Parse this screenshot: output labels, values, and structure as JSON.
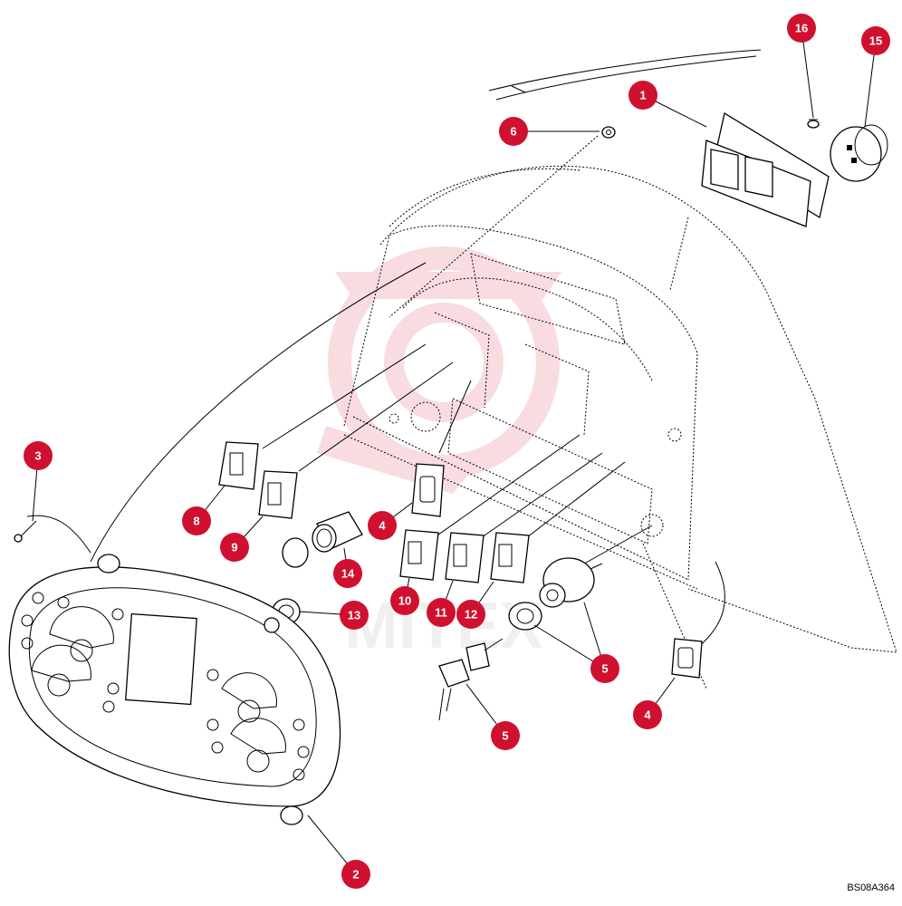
{
  "drawing_code": "BS08A364",
  "watermark_text": "MITEX",
  "callout_color": "#d0102f",
  "callouts": [
    {
      "id": "c1",
      "label": "1"
    },
    {
      "id": "c2",
      "label": "2"
    },
    {
      "id": "c3",
      "label": "3"
    },
    {
      "id": "c4a",
      "label": "4"
    },
    {
      "id": "c4b",
      "label": "4"
    },
    {
      "id": "c5a",
      "label": "5"
    },
    {
      "id": "c5b",
      "label": "5"
    },
    {
      "id": "c6",
      "label": "6"
    },
    {
      "id": "c8",
      "label": "8"
    },
    {
      "id": "c9",
      "label": "9"
    },
    {
      "id": "c10",
      "label": "10"
    },
    {
      "id": "c11",
      "label": "11"
    },
    {
      "id": "c12",
      "label": "12"
    },
    {
      "id": "c13",
      "label": "13"
    },
    {
      "id": "c14",
      "label": "14"
    },
    {
      "id": "c15",
      "label": "15"
    },
    {
      "id": "c16",
      "label": "16"
    }
  ]
}
